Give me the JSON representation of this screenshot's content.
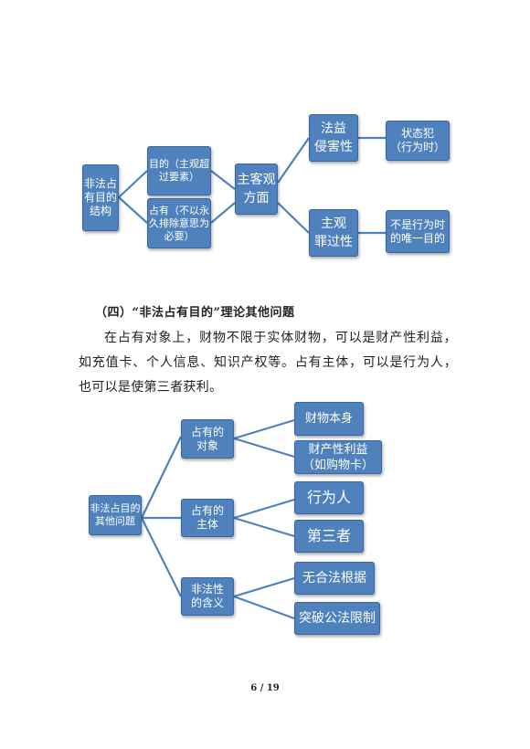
{
  "diagram1": {
    "root": "非法占\n有目的\n结构",
    "purpose": "目的（主观超\n过要素）",
    "possession": "占有（不以永\n久排除意思为\n必要）",
    "subj_obj": "主客观\n方面",
    "legal_interest": "法益\n侵害性",
    "subjective": "主观\n罪过性",
    "state_crime": "状态犯\n（行为时）",
    "not_only_purpose": "不是行为时\n的唯一目的"
  },
  "section": {
    "heading": "（四）“非法占有目的”理论其他问题",
    "paragraph": "在占有对象上，财物不限于实体财物，可以是财产性利益，如充值卡、个人信息、知识产权等。占有主体，可以是行为人，也可以是使第三者获利。"
  },
  "diagram2": {
    "root": "非法占目的\n其他问题",
    "object": "占有的\n对象",
    "subject": "占有的\n主体",
    "illegality": "非法性\n的含义",
    "property_itself": "财物本身",
    "property_interest": "财产性利益\n（如购物卡）",
    "actor": "行为人",
    "third_party": "第三者",
    "no_legal_basis": "无合法根据",
    "break_public_law": "突破公法限制"
  },
  "footer": {
    "page": "6 / 19"
  },
  "colors": {
    "box": "#4f81bd",
    "line": "#4f81bd"
  }
}
